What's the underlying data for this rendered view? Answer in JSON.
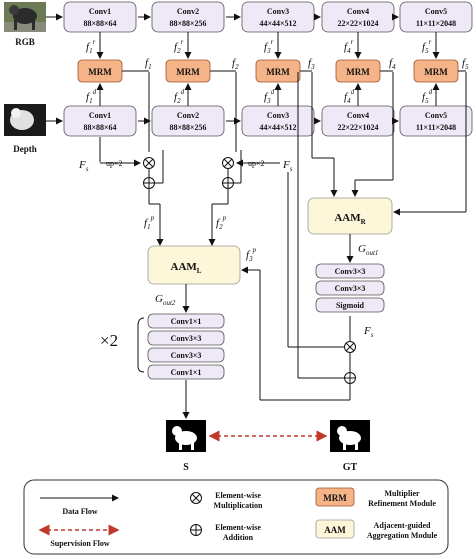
{
  "inputs": {
    "rgb": "RGB",
    "depth": "Depth"
  },
  "conv_blocks": [
    {
      "name": "Conv1",
      "size": "88×88×64"
    },
    {
      "name": "Conv2",
      "size": "88×88×256"
    },
    {
      "name": "Conv3",
      "size": "44×44×512"
    },
    {
      "name": "Conv4",
      "size": "22×22×1024"
    },
    {
      "name": "Conv5",
      "size": "11×11×2048"
    }
  ],
  "mrm_label": "MRM",
  "features": {
    "rgb": [
      "f",
      "f",
      "f",
      "f",
      "f"
    ],
    "rgb_sup": [
      "r",
      "r",
      "r",
      "r",
      "r"
    ],
    "depth_sup": [
      "d",
      "d",
      "d",
      "d",
      "d"
    ],
    "sub": [
      "1",
      "2",
      "3",
      "4",
      "5"
    ],
    "fused": [
      "f",
      "f",
      "f",
      "f",
      "f"
    ]
  },
  "fs_label": "F",
  "fs_sub": "s",
  "upx2": "up×2",
  "aam_l": {
    "main": "AAM",
    "sub": "L"
  },
  "aam_r": {
    "main": "AAM",
    "sub": "R"
  },
  "fp": {
    "f": "f",
    "sup": "p",
    "sub1": "1",
    "sub2": "2",
    "sub3": "3"
  },
  "gout1": {
    "g": "G",
    "sub": "out1"
  },
  "gout2": {
    "g": "G",
    "sub": "out2"
  },
  "right_stack": [
    "Conv3×3",
    "Conv3×3",
    "Sigmoid"
  ],
  "left_stack": [
    "Conv1×1",
    "Conv3×3",
    "Conv3×3",
    "Conv1×1"
  ],
  "repeat": "×2",
  "outputs": {
    "s": "S",
    "gt": "GT"
  },
  "legend": {
    "data_flow": "Data Flow",
    "supervision_flow": "Supervision Flow",
    "mult_line1": "Element-wise",
    "mult_line2": "Multiplication",
    "add_line1": "Element-wise",
    "add_line2": "Addition",
    "mrm_box": "MRM",
    "mrm_line1": "Multiplier",
    "mrm_line2": "Refinement Module",
    "aam_box": "AAM",
    "aam_line1": "Adjacent-guided",
    "aam_line2": "Aggregation Module"
  },
  "colors": {
    "conv": "#efe8f6",
    "mrm": "#f4b488",
    "aam": "#fdf6d9",
    "supervision": "#c0392b"
  }
}
